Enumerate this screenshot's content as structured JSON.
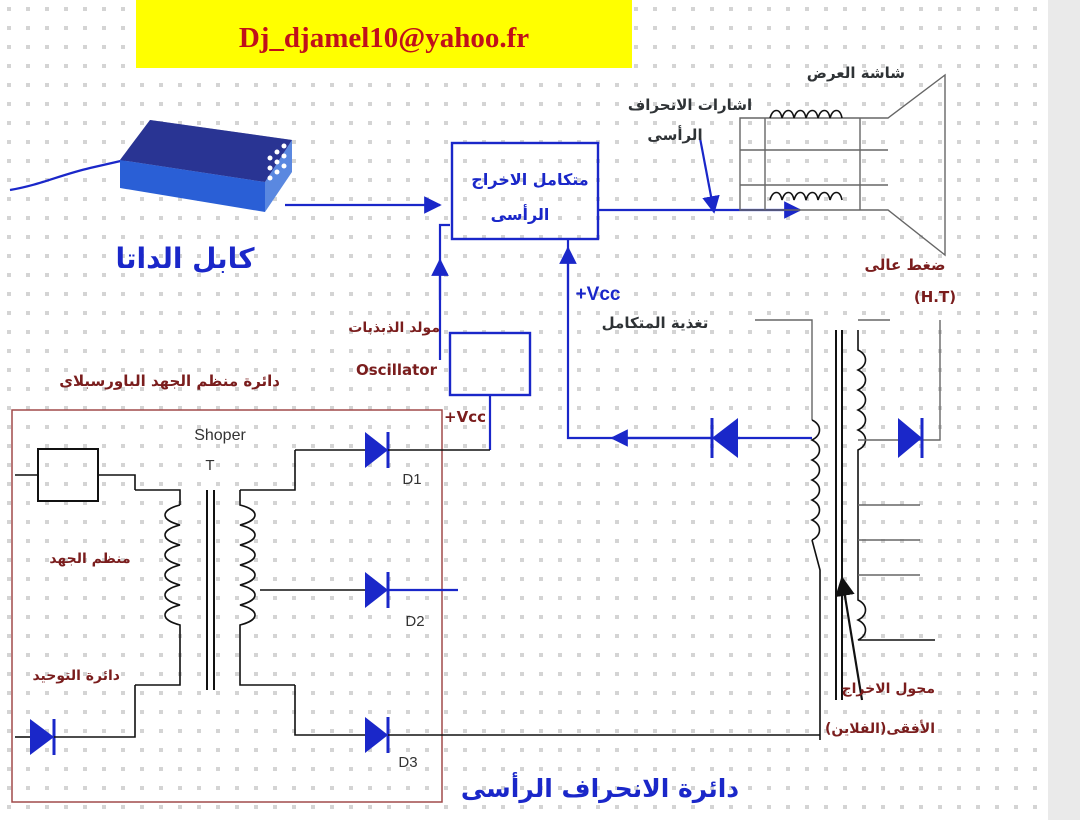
{
  "watermark": {
    "email": "Dj_djamel10@yahoo.fr",
    "bg_color": "#ffff00",
    "text_color": "#c0101a"
  },
  "labels": {
    "data_cable": "كابل الداتا",
    "vertical_integrated": "متكامل الاخراج الرأسى",
    "vertical_deflection_signals": "اشارات الانحراف الرأسى",
    "display_screen": "شاشة العرض",
    "high_voltage": "ضغط عالى",
    "ht": "(H.T)",
    "vcc_top": "+Vcc",
    "supply_integrated": "تغذية المتكامل",
    "oscillator_ar": "مولد الذبذبات",
    "oscillator_en": "Oscillator",
    "vcc_osc": "+Vcc",
    "power_regulator_circuit": "دائرة منظم الجهد الباورسبلاى",
    "shoper": "Shoper",
    "transformer": "T",
    "d1": "D1",
    "d2": "D2",
    "d3": "D3",
    "voltage_regulator": "منظم الجهد",
    "rectifier_circuit": "دائرة التوحيد",
    "flyback": "محول الاخراج الافقى(الفلاين)",
    "flyback_line1": "محول الاخراج",
    "flyback_line2": "الأفقى(الفلاين)",
    "vertical_deflection_circuit": "دائرة الانحراف الرأسى"
  },
  "colors": {
    "wire_blue": "#1a27c9",
    "box_blue": "#2a5fd6",
    "label_dark": "#2f3336",
    "label_red": "#7a1d1d",
    "frame_red": "#a04a4a"
  }
}
